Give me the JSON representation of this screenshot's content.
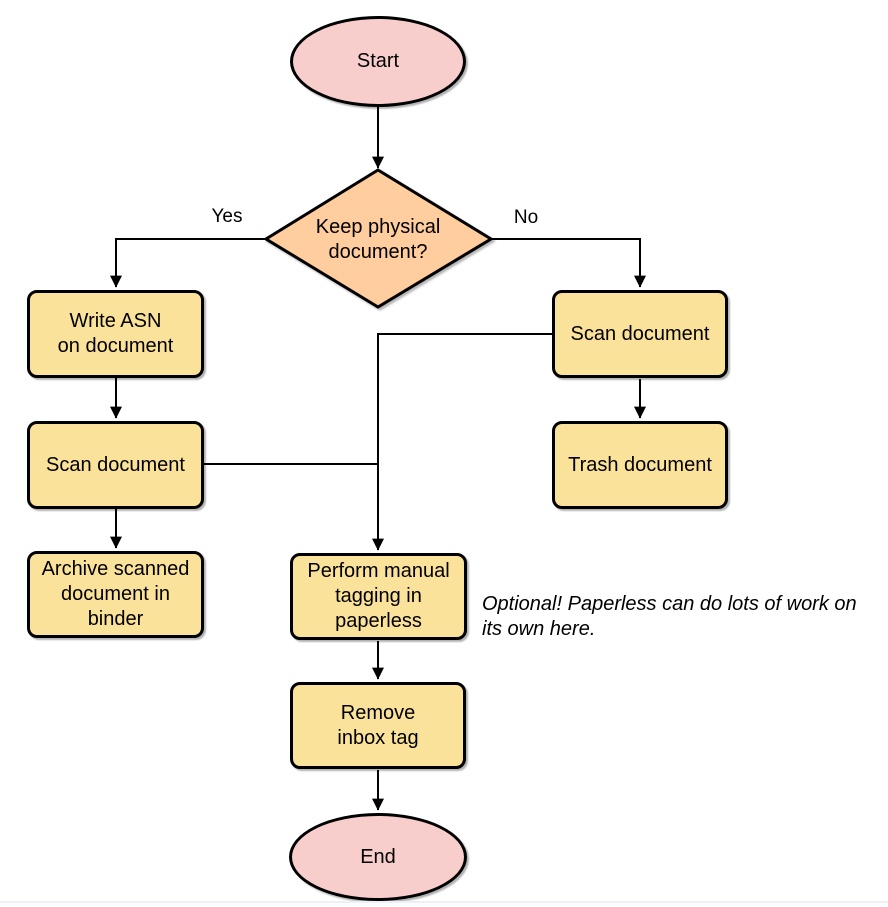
{
  "flowchart": {
    "nodes": {
      "start": {
        "type": "terminator",
        "label": "Start"
      },
      "decision": {
        "type": "decision",
        "label": "Keep physical\ndocument?"
      },
      "write_asn": {
        "type": "process",
        "label": "Write ASN\non document"
      },
      "scan_left": {
        "type": "process",
        "label": "Scan document"
      },
      "archive": {
        "type": "process",
        "label": "Archive scanned\ndocument in\nbinder"
      },
      "scan_right": {
        "type": "process",
        "label": "Scan document"
      },
      "trash": {
        "type": "process",
        "label": "Trash document"
      },
      "perform_tagging": {
        "type": "process",
        "label": "Perform manual\ntagging in\npaperless"
      },
      "remove_inbox": {
        "type": "process",
        "label": "Remove\ninbox tag"
      },
      "end": {
        "type": "terminator",
        "label": "End"
      }
    },
    "edge_labels": {
      "yes": "Yes",
      "no": "No"
    },
    "edges": [
      {
        "from": "start",
        "to": "decision"
      },
      {
        "from": "decision",
        "to": "write_asn",
        "label": "Yes"
      },
      {
        "from": "decision",
        "to": "scan_right",
        "label": "No"
      },
      {
        "from": "write_asn",
        "to": "scan_left"
      },
      {
        "from": "scan_left",
        "to": "archive"
      },
      {
        "from": "scan_left",
        "to": "perform_tagging"
      },
      {
        "from": "scan_right",
        "to": "trash"
      },
      {
        "from": "scan_right",
        "to": "perform_tagging"
      },
      {
        "from": "perform_tagging",
        "to": "remove_inbox"
      },
      {
        "from": "remove_inbox",
        "to": "end"
      }
    ],
    "annotation": "Optional! Paperless can do lots of work on\nits own here.",
    "colors": {
      "terminator_fill": "#F8CECC",
      "decision_fill": "#FFCD9E",
      "process_fill": "#FBE29A",
      "stroke": "#000000"
    }
  }
}
